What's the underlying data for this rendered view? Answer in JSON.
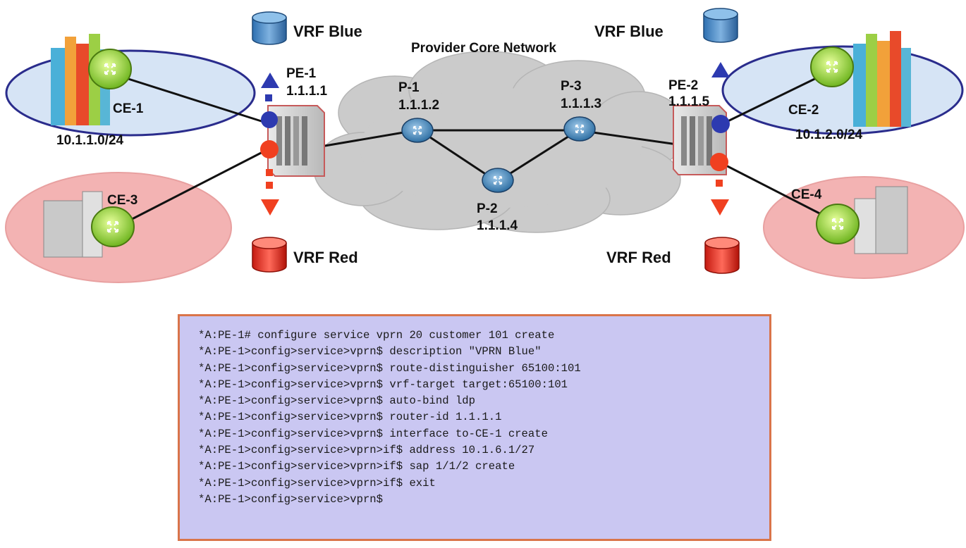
{
  "diagram": {
    "title": "Provider Core Network",
    "vrf": {
      "blue": "VRF Blue",
      "red": "VRF Red"
    },
    "pe": [
      {
        "name": "PE-1",
        "ip": "1.1.1.1"
      },
      {
        "name": "PE-2",
        "ip": "1.1.1.5"
      }
    ],
    "p": [
      {
        "name": "P-1",
        "ip": "1.1.1.2"
      },
      {
        "name": "P-2",
        "ip": "1.1.1.4"
      },
      {
        "name": "P-3",
        "ip": "1.1.1.3"
      }
    ],
    "ce": [
      {
        "name": "CE-1",
        "subnet": "10.1.1.0/24"
      },
      {
        "name": "CE-2",
        "subnet": "10.1.2.0/24"
      },
      {
        "name": "CE-3"
      },
      {
        "name": "CE-4"
      }
    ],
    "colors": {
      "blue": "#1f2fa8",
      "red": "#e0301e",
      "cloud": "#c9c9c9",
      "router": "#2e6fa3",
      "router_ce": "#8cd23a"
    }
  },
  "console": {
    "lines": [
      "*A:PE-1# configure service vprn 20 customer 101 create",
      "*A:PE-1>config>service>vprn$ description \"VPRN Blue\"",
      "*A:PE-1>config>service>vprn$ route-distinguisher 65100:101",
      "*A:PE-1>config>service>vprn$ vrf-target target:65100:101",
      "*A:PE-1>config>service>vprn$ auto-bind ldp",
      "*A:PE-1>config>service>vprn$ router-id 1.1.1.1",
      "*A:PE-1>config>service>vprn$ interface to-CE-1 create",
      "*A:PE-1>config>service>vprn>if$ address 10.1.6.1/27",
      "*A:PE-1>config>service>vprn>if$ sap 1/1/2 create",
      "*A:PE-1>config>service>vprn>if$ exit",
      "*A:PE-1>config>service>vprn$"
    ]
  }
}
